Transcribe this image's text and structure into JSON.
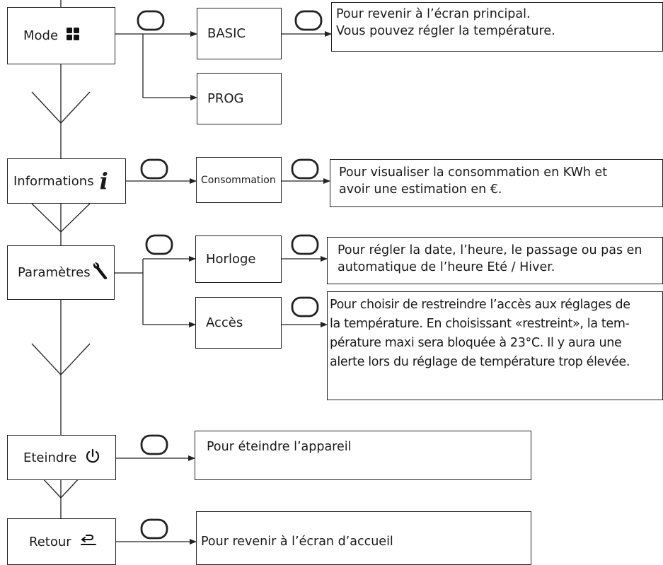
{
  "menu": {
    "mode": {
      "label": "Mode",
      "icon": "grid-icon"
    },
    "informations": {
      "label": "Informations",
      "icon": "info-icon"
    },
    "parametres": {
      "label": "Paramètres",
      "icon": "wrench-icon"
    },
    "eteindre": {
      "label": "Eteindre",
      "icon": "power-icon"
    },
    "retour": {
      "label": "Retour",
      "icon": "return-icon"
    }
  },
  "submenu": {
    "basic": "BASIC",
    "prog": "PROG",
    "consommation": "Consommation",
    "horloge": "Horloge",
    "acces": "Accès"
  },
  "descriptions": {
    "basic": [
      "Pour revenir à l’écran principal.",
      "Vous pouvez régler la température."
    ],
    "consommation": [
      "Pour visualiser la consommation en KWh et",
      "avoir une estimation en €."
    ],
    "horloge": [
      "Pour régler la date, l’heure, le passage ou pas en",
      "automatique de l’heure Eté / Hiver."
    ],
    "acces": [
      "Pour choisir de restreindre l’accès aux réglages de",
      "la température. En choisissant «restreint», la tem-",
      "pérature maxi sera bloquée à 23°C. Il y aura une",
      "alerte lors du réglage de température trop élevée."
    ],
    "eteindre": "Pour éteindre l’appareil",
    "retour": "Pour revenir à l’écran d’accueil"
  },
  "colors": {
    "stroke": "#222222",
    "background": "#ffffff"
  }
}
